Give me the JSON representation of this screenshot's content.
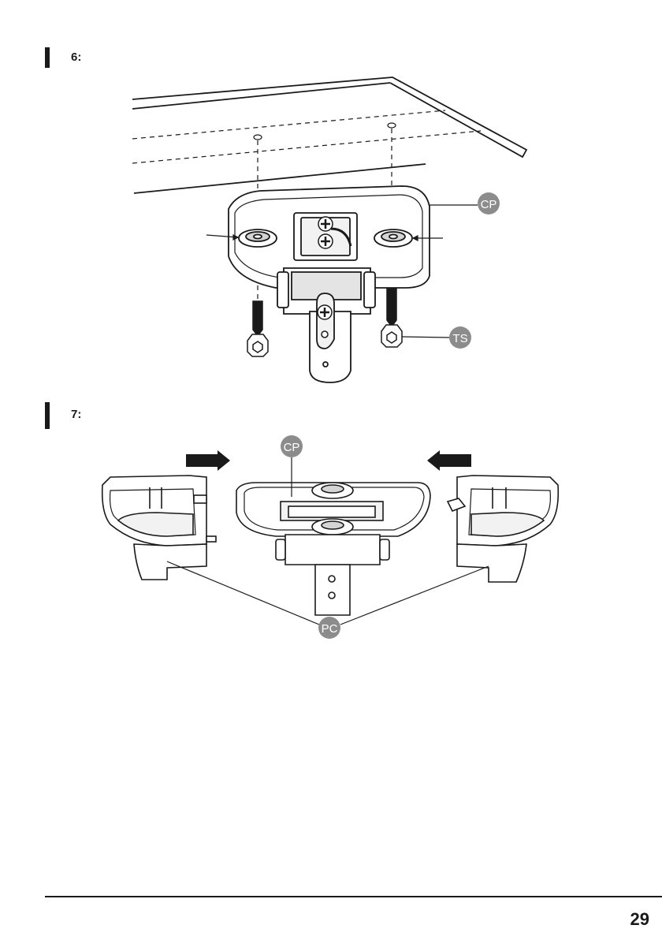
{
  "steps": [
    {
      "label": "6:"
    },
    {
      "label": "7:"
    }
  ],
  "callouts": {
    "cp": "CP",
    "ts": "TS",
    "pc": "PC"
  },
  "colors": {
    "badge": "#8c8c8c",
    "ink": "#1a1a1a",
    "shade": "#d4d4d4"
  },
  "icons": [
    "arrow-right-icon",
    "arrow-left-icon",
    "phillips-screw-icon",
    "hex-screw-icon"
  ],
  "footer": {
    "page_number": "29"
  }
}
